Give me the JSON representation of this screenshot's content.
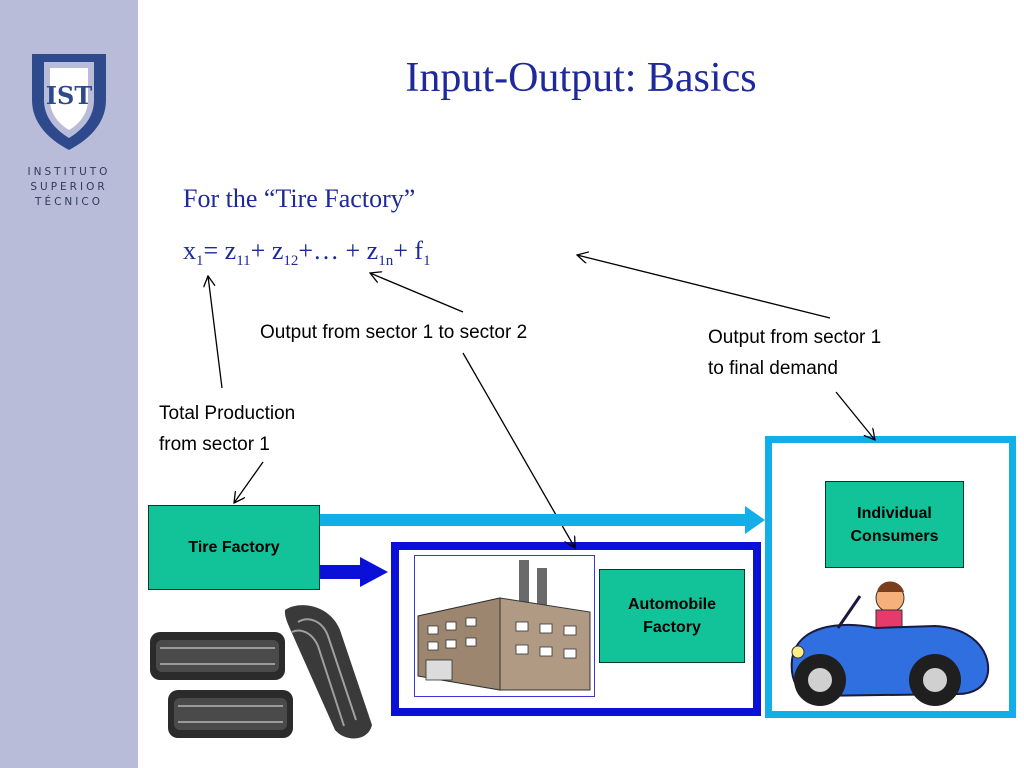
{
  "slide": {
    "title": "Input-Output: Basics",
    "subtitle": "For the “Tire Factory”"
  },
  "logo": {
    "monogram": "IST",
    "lines": [
      "INSTITUTO",
      "SUPERIOR",
      "TÉCNICO"
    ]
  },
  "equation": {
    "x": "x",
    "x_sub": "1",
    "eq": "= z",
    "z11_sub": "11",
    "p1": "+ z",
    "z12_sub": "12",
    "p2": "+… + z",
    "z1n_sub": "1n",
    "p3": "+ f",
    "f_sub": "1"
  },
  "labels": {
    "sector1_to_2": "Output from sector 1 to sector 2",
    "final_demand": [
      "Output from sector 1",
      "to final demand"
    ],
    "total_production": [
      "Total Production",
      "from sector 1"
    ]
  },
  "boxes": {
    "tire_factory": "Tire Factory",
    "individual_consumers": [
      "Individual",
      "Consumers"
    ],
    "automobile_factory": [
      "Automobile",
      "Factory"
    ]
  },
  "colors": {
    "sidebar": "#b8bcd8",
    "title_blue": "#1f2a9a",
    "box_green": "#12c39a",
    "light_blue": "#11aee8",
    "dark_blue": "#0a10d8"
  }
}
